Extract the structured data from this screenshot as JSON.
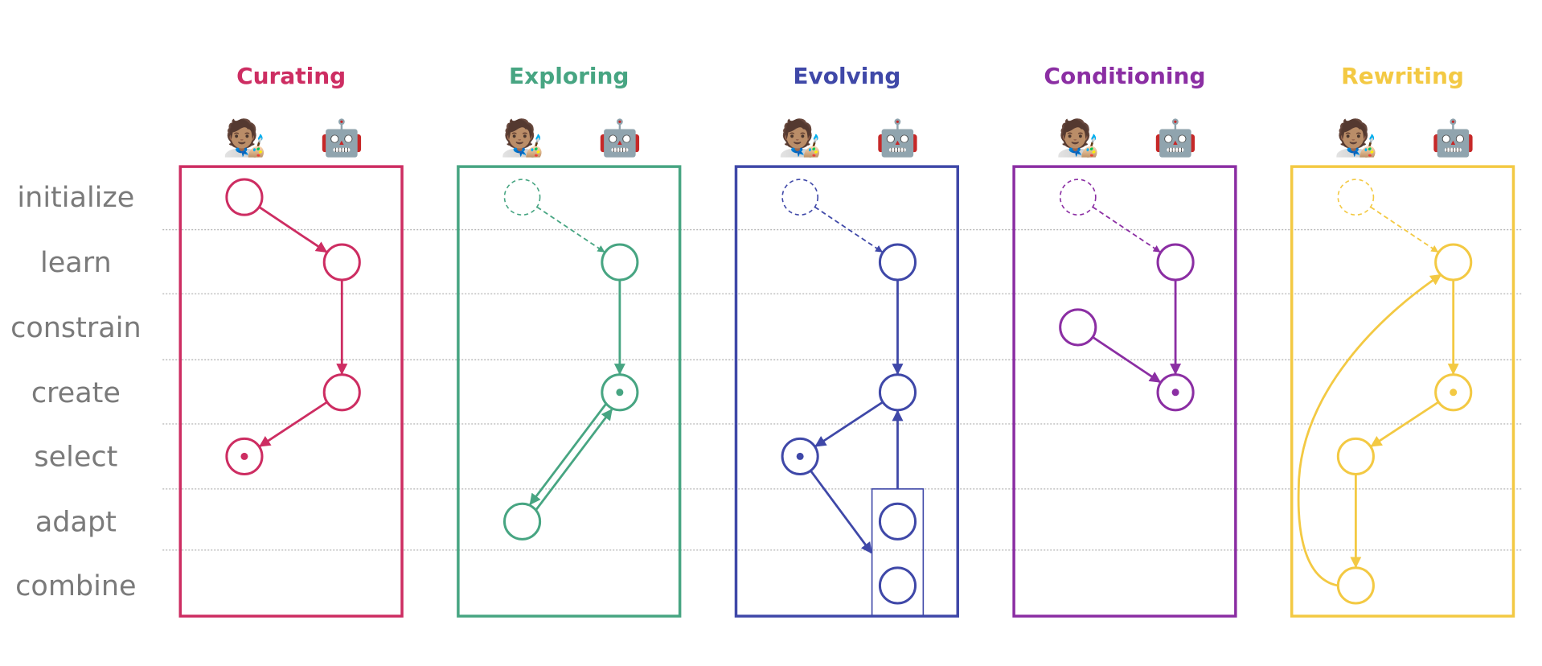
{
  "rows": [
    "initialize",
    "learn",
    "constrain",
    "create",
    "select",
    "adapt",
    "combine"
  ],
  "panels": [
    {
      "id": "curating",
      "title": "Curating",
      "color": "#cd2d62",
      "nodes": [
        {
          "id": "i",
          "row": "initialize",
          "lane": "human",
          "style": "solid"
        },
        {
          "id": "l",
          "row": "learn",
          "lane": "machine",
          "style": "solid"
        },
        {
          "id": "c",
          "row": "create",
          "lane": "machine",
          "style": "solid"
        },
        {
          "id": "s",
          "row": "select",
          "lane": "human",
          "style": "dot"
        }
      ],
      "edges": [
        {
          "from": "i",
          "to": "l",
          "style": "solid"
        },
        {
          "from": "l",
          "to": "c",
          "style": "solid"
        },
        {
          "from": "c",
          "to": "s",
          "style": "solid"
        }
      ]
    },
    {
      "id": "exploring",
      "title": "Exploring",
      "color": "#47a582",
      "nodes": [
        {
          "id": "i",
          "row": "initialize",
          "lane": "human",
          "style": "dashed"
        },
        {
          "id": "l",
          "row": "learn",
          "lane": "machine",
          "style": "solid"
        },
        {
          "id": "c",
          "row": "create",
          "lane": "machine",
          "style": "dot"
        },
        {
          "id": "a",
          "row": "adapt",
          "lane": "human",
          "style": "solid"
        }
      ],
      "edges": [
        {
          "from": "i",
          "to": "l",
          "style": "dashed"
        },
        {
          "from": "l",
          "to": "c",
          "style": "solid"
        },
        {
          "from": "c",
          "to": "a",
          "style": "solid",
          "offset": 1
        },
        {
          "from": "a",
          "to": "c",
          "style": "solid",
          "offset": 1
        }
      ]
    },
    {
      "id": "evolving",
      "title": "Evolving",
      "color": "#3f48a8",
      "nodes": [
        {
          "id": "i",
          "row": "initialize",
          "lane": "human",
          "style": "dashed"
        },
        {
          "id": "l",
          "row": "learn",
          "lane": "machine",
          "style": "solid"
        },
        {
          "id": "c",
          "row": "create",
          "lane": "machine",
          "style": "solid"
        },
        {
          "id": "s",
          "row": "select",
          "lane": "human",
          "style": "dot"
        },
        {
          "id": "a",
          "row": "adapt",
          "lane": "machine",
          "style": "solid"
        },
        {
          "id": "m",
          "row": "combine",
          "lane": "machine",
          "style": "solid"
        }
      ],
      "group": {
        "lane": "machine",
        "from_row": "adapt",
        "to_row": "combine"
      },
      "edges": [
        {
          "from": "i",
          "to": "l",
          "style": "dashed"
        },
        {
          "from": "l",
          "to": "c",
          "style": "solid"
        },
        {
          "from": "c",
          "to": "s",
          "style": "solid"
        },
        {
          "from": "s",
          "to": "group",
          "style": "solid"
        },
        {
          "from": "group",
          "to": "c",
          "style": "solid"
        }
      ]
    },
    {
      "id": "conditioning",
      "title": "Conditioning",
      "color": "#8b2ea3",
      "nodes": [
        {
          "id": "i",
          "row": "initialize",
          "lane": "human",
          "style": "dashed"
        },
        {
          "id": "l",
          "row": "learn",
          "lane": "machine",
          "style": "solid"
        },
        {
          "id": "k",
          "row": "constrain",
          "lane": "human",
          "style": "solid"
        },
        {
          "id": "c",
          "row": "create",
          "lane": "machine",
          "style": "dot"
        }
      ],
      "edges": [
        {
          "from": "i",
          "to": "l",
          "style": "dashed"
        },
        {
          "from": "l",
          "to": "c",
          "style": "solid"
        },
        {
          "from": "k",
          "to": "c",
          "style": "solid"
        }
      ]
    },
    {
      "id": "rewriting",
      "title": "Rewriting",
      "color": "#f3c943",
      "nodes": [
        {
          "id": "i",
          "row": "initialize",
          "lane": "human",
          "style": "dashed"
        },
        {
          "id": "l",
          "row": "learn",
          "lane": "machine",
          "style": "solid"
        },
        {
          "id": "c",
          "row": "create",
          "lane": "machine",
          "style": "dot"
        },
        {
          "id": "s",
          "row": "select",
          "lane": "human",
          "style": "solid"
        },
        {
          "id": "m",
          "row": "combine",
          "lane": "human",
          "style": "solid"
        }
      ],
      "edges": [
        {
          "from": "i",
          "to": "l",
          "style": "dashed"
        },
        {
          "from": "l",
          "to": "c",
          "style": "solid"
        },
        {
          "from": "c",
          "to": "s",
          "style": "solid"
        },
        {
          "from": "s",
          "to": "m",
          "style": "solid"
        },
        {
          "from": "m",
          "to": "l",
          "style": "solid",
          "curve": "loop-left"
        }
      ]
    }
  ],
  "lane_icons": [
    {
      "lane": "human",
      "icon": "artist-icon",
      "glyph": "🧑🏽‍🎨"
    },
    {
      "lane": "machine",
      "icon": "robot-icon",
      "glyph": "🤖"
    }
  ],
  "colors": {
    "row_label": "#7a7a7a",
    "separator": "#b5b5b5"
  }
}
